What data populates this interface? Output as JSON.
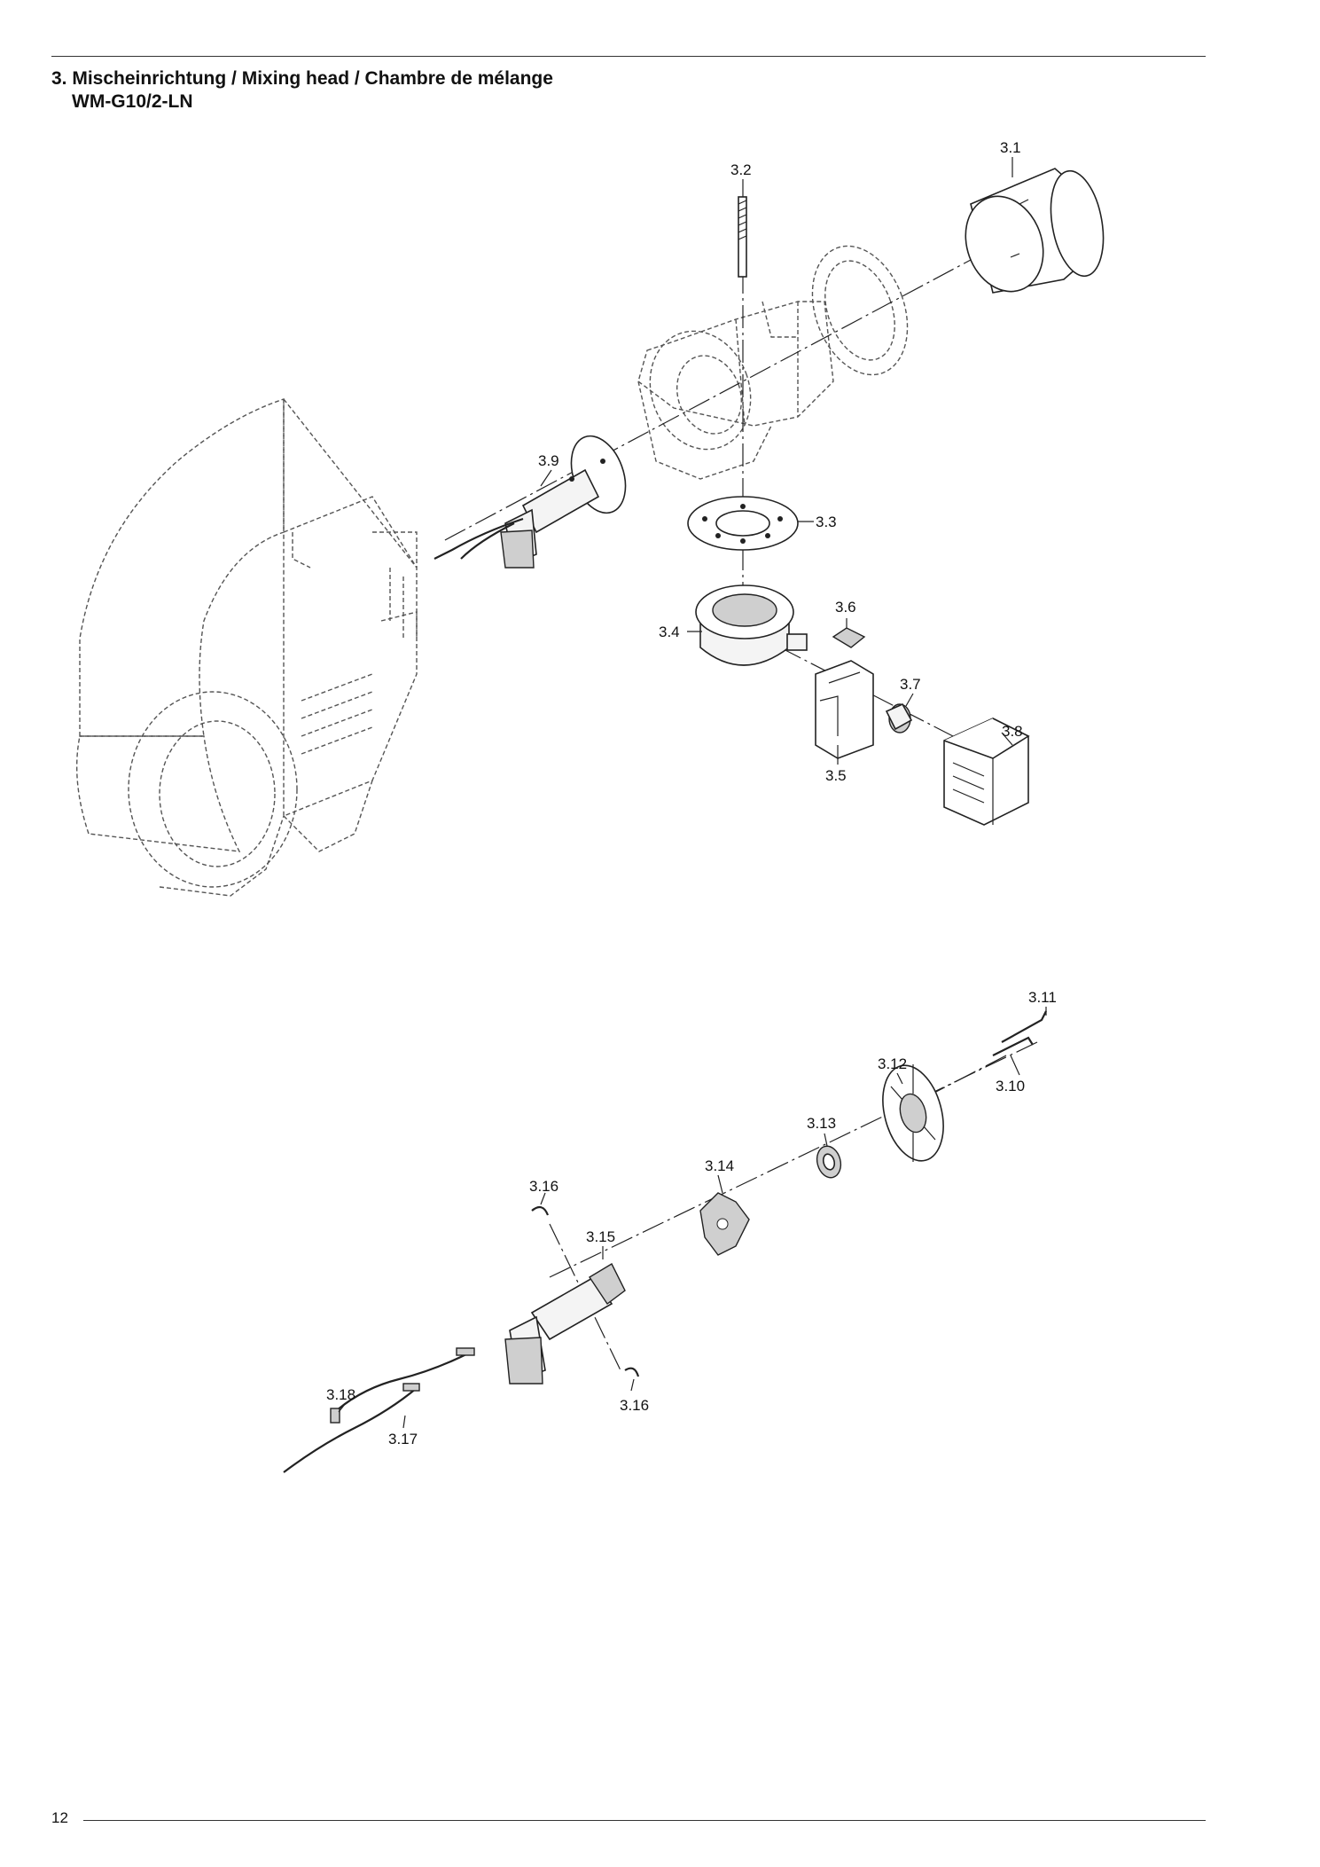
{
  "header": {
    "title_line1": "3. Mischeinrichtung / Mixing head / Chambre de mélange",
    "title_line2": "WM-G10/2-LN"
  },
  "footer": {
    "page_number": "12"
  },
  "callouts": {
    "c3_1": "3.1",
    "c3_2": "3.2",
    "c3_3": "3.3",
    "c3_4": "3.4",
    "c3_5": "3.5",
    "c3_6": "3.6",
    "c3_7": "3.7",
    "c3_8": "3.8",
    "c3_9": "3.9",
    "c3_10": "3.10",
    "c3_11": "3.11",
    "c3_12": "3.12",
    "c3_13": "3.13",
    "c3_14": "3.14",
    "c3_15": "3.15",
    "c3_16a": "3.16",
    "c3_16b": "3.16",
    "c3_17": "3.17",
    "c3_18": "3.18"
  }
}
